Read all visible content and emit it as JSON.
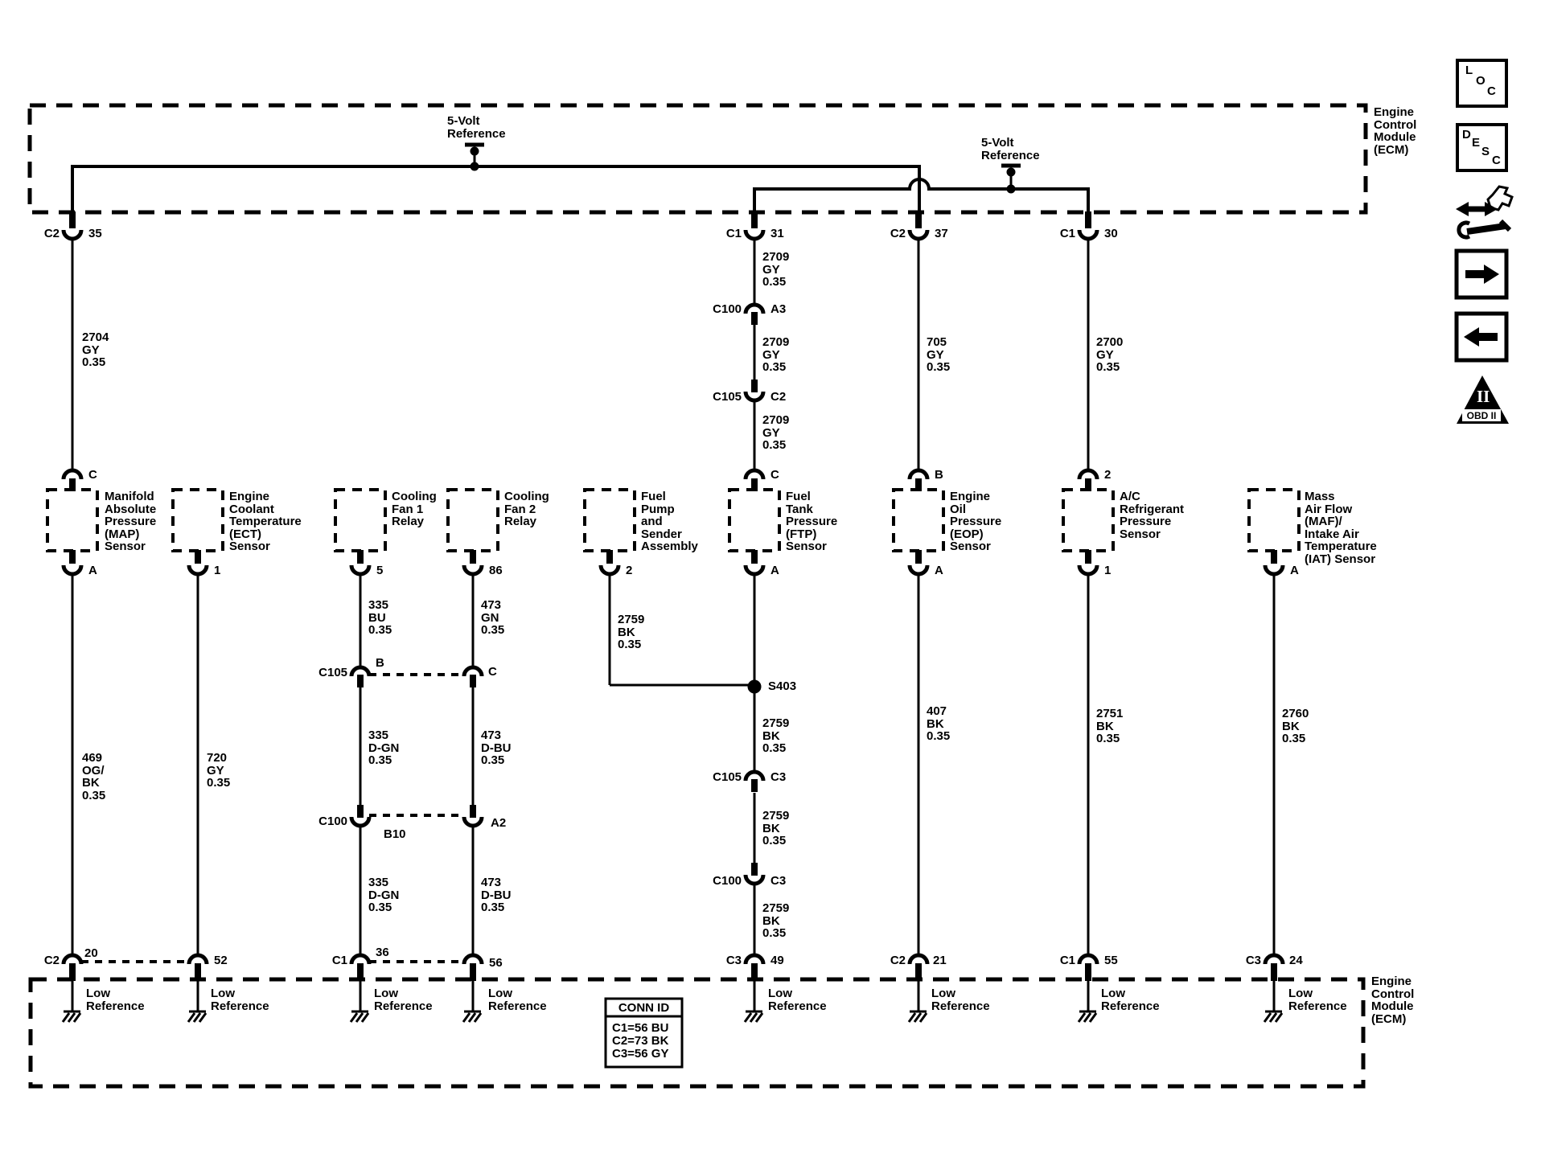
{
  "colors": {
    "ink": "#000000",
    "paper": "#ffffff"
  },
  "ecm": {
    "name": "Engine\nControl\nModule\n(ECM)"
  },
  "power": {
    "label": "5-Volt\nReference"
  },
  "splice": "S403",
  "low_ref": "Low\nReference",
  "top_row": [
    {
      "conn": "C2",
      "pin": "35"
    },
    {
      "conn": "C1",
      "pin": "31"
    },
    {
      "conn": "C2",
      "pin": "37"
    },
    {
      "conn": "C1",
      "pin": "30"
    }
  ],
  "bottom_row": [
    {
      "conn": "C2",
      "pin": "20"
    },
    {
      "conn": "",
      "pin": "52"
    },
    {
      "conn": "C1",
      "pin": "36"
    },
    {
      "conn": "",
      "pin": "56"
    },
    {
      "conn": "C3",
      "pin": "49"
    },
    {
      "conn": "C2",
      "pin": "21"
    },
    {
      "conn": "C1",
      "pin": "55"
    },
    {
      "conn": "C3",
      "pin": "24"
    }
  ],
  "sensors": [
    {
      "name": "Manifold\nAbsolute\nPressure\n(MAP)\nSensor",
      "top_pin": "C",
      "bottom_pin": "A"
    },
    {
      "name": "Engine\nCoolant\nTemperature\n(ECT)\nSensor",
      "bottom_pin": "1"
    },
    {
      "name": "Cooling\nFan 1\nRelay",
      "bottom_pin": "5"
    },
    {
      "name": "Cooling\nFan 2\nRelay",
      "bottom_pin": "86"
    },
    {
      "name": "Fuel\nPump\nand\nSender\nAssembly",
      "bottom_pin": "2"
    },
    {
      "name": "Fuel\nTank\nPressure\n(FTP)\nSensor",
      "top_pin": "C",
      "bottom_pin": "A"
    },
    {
      "name": "Engine\nOil\nPressure\n(EOP)\nSensor",
      "top_pin": "B",
      "bottom_pin": "A"
    },
    {
      "name": "A/C\nRefrigerant\nPressure\nSensor",
      "top_pin": "2",
      "bottom_pin": "1"
    },
    {
      "name": "Mass\nAir Flow\n(MAF)/\nIntake Air\nTemperature\n(IAT) Sensor",
      "bottom_pin": "A"
    }
  ],
  "wires": {
    "w2704": "2704\nGY\n0.35",
    "w2709": "2709\nGY\n0.35",
    "w705": "705\nGY\n0.35",
    "w2700": "2700\nGY\n0.35",
    "w469": "469\nOG/\nBK\n0.35",
    "w720": "720\nGY\n0.35",
    "w335bu": "335\nBU\n0.35",
    "w473gn": "473\nGN\n0.35",
    "w335dgn": "335\nD-GN\n0.35",
    "w473dbu": "473\nD-BU\n0.35",
    "w2759": "2759\nBK\n0.35",
    "w407": "407\nBK\n0.35",
    "w2751": "2751\nBK\n0.35",
    "w2760": "2760\nBK\n0.35"
  },
  "ftp_chain": [
    {
      "name": "C100",
      "pin": "A3"
    },
    {
      "name": "C105",
      "pin": "C2"
    },
    {
      "name": "C105",
      "pin": "C3"
    },
    {
      "name": "C100",
      "pin": "C3"
    }
  ],
  "fan_cross_top": {
    "name": "C105",
    "left_pin": "B",
    "right_pin": "C"
  },
  "fan_cross_bottom": {
    "name": "C100",
    "left_pin": "B10",
    "right_pin": "A2"
  },
  "conn_id": {
    "title": "CONN ID",
    "rows": [
      "C1=56 BU",
      "C2=73 BK",
      "C3=56 GY"
    ]
  },
  "icons": {
    "loc": {
      "l1": "L",
      "l2": "O",
      "l3": "C"
    },
    "desc": {
      "l1": "D",
      "l2": "E",
      "l3": "S",
      "l4": "C"
    },
    "obd": {
      "numeral": "II",
      "caption": "OBD II"
    }
  }
}
